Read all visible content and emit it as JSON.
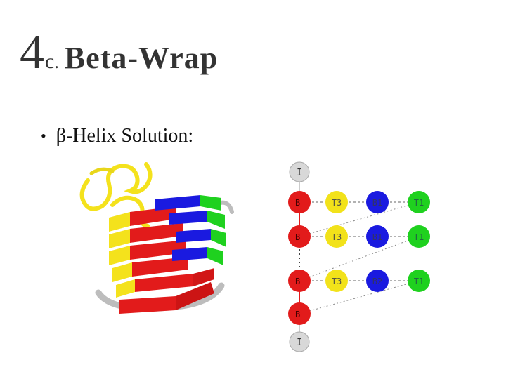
{
  "slide": {
    "number": "4",
    "sub": "c",
    "dot": ".",
    "title": "Beta-Wrap",
    "bullet_char": "•",
    "bullet_text": "β-Helix Solution:"
  },
  "diagram": {
    "top_node": "I",
    "bottom_node": "I",
    "b_label": "B",
    "t3_label": "T3",
    "b2_labels": [
      "B1",
      "B1",
      "B2"
    ],
    "t1_label": "T1",
    "colors": {
      "red": "#e21b1b",
      "yellow": "#f2e21a",
      "blue": "#1a1ae0",
      "green": "#1fd11f",
      "grey": "#d8d8d8"
    }
  }
}
